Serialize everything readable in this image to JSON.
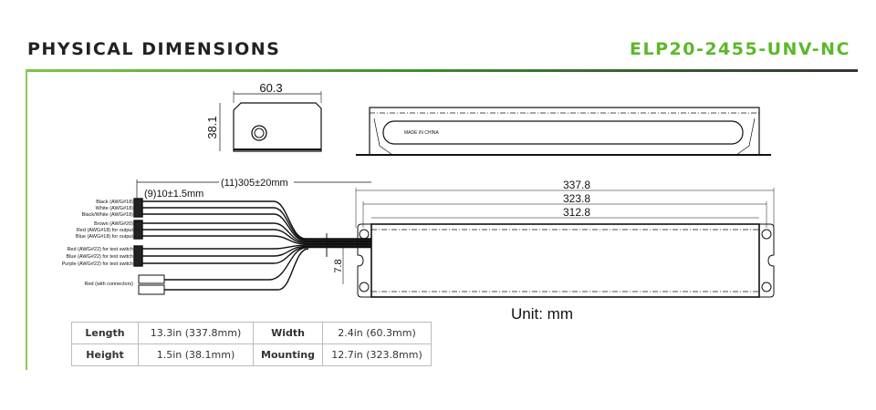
{
  "header": {
    "title": "PHYSICAL DIMENSIONS",
    "model": "ELP20-2455-UNV-NC"
  },
  "drawing": {
    "end_width": "60.3",
    "end_height": "38.1",
    "made_in": "MADE IN CHINA",
    "lead_length": "(11)305±20mm",
    "strip_length": "(9)10±1.5mm",
    "dim_overall": "337.8",
    "dim_mounting": "323.8",
    "dim_body": "312.8",
    "dim_slot": "7.8",
    "unit": "Unit: mm",
    "wires": [
      "Black (AWG#18)",
      "White (AWG#18)",
      "Black/White (AWG#18)",
      "Brown (AWG#20)",
      "Red (AWG#18) for output",
      "Blue (AWG#18) for output",
      "Red (AWG#22) for test switch",
      "Blue (AWG#22) for test switch",
      "Purple (AWG#22) for test switch",
      "Red (with connectors)"
    ]
  },
  "specs": [
    {
      "k1": "Length",
      "v1": "13.3in (337.8mm)",
      "k2": "Width",
      "v2": "2.4in (60.3mm)"
    },
    {
      "k1": "Height",
      "v1": "1.5in (38.1mm)",
      "k2": "Mounting",
      "v2": "12.7in (323.8mm)"
    }
  ]
}
